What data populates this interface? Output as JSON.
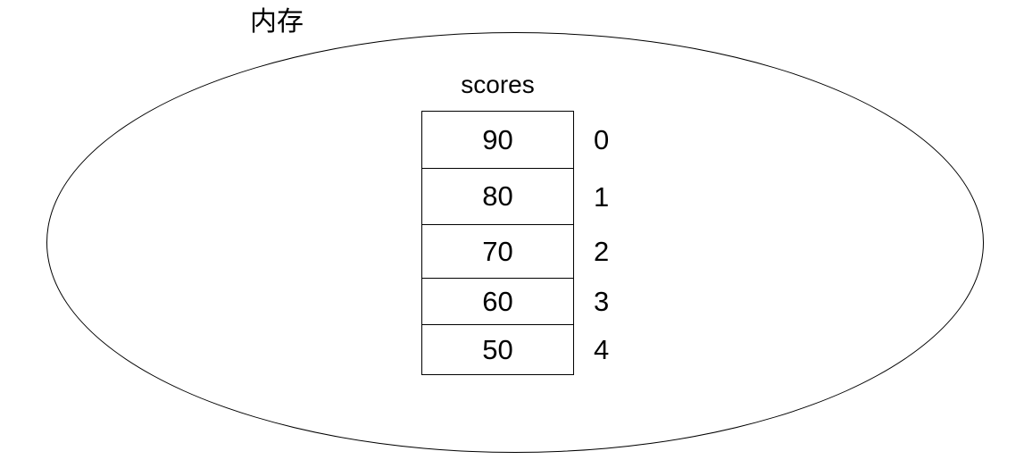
{
  "canvas": {
    "background_color": "#ffffff",
    "stroke_color": "#000000",
    "text_color": "#000000"
  },
  "diagram": {
    "memory_label": "内存",
    "array": {
      "name": "scores",
      "cells": [
        {
          "value": "90",
          "index": "0"
        },
        {
          "value": "80",
          "index": "1"
        },
        {
          "value": "70",
          "index": "2"
        },
        {
          "value": "60",
          "index": "3"
        },
        {
          "value": "50",
          "index": "4"
        }
      ]
    }
  }
}
